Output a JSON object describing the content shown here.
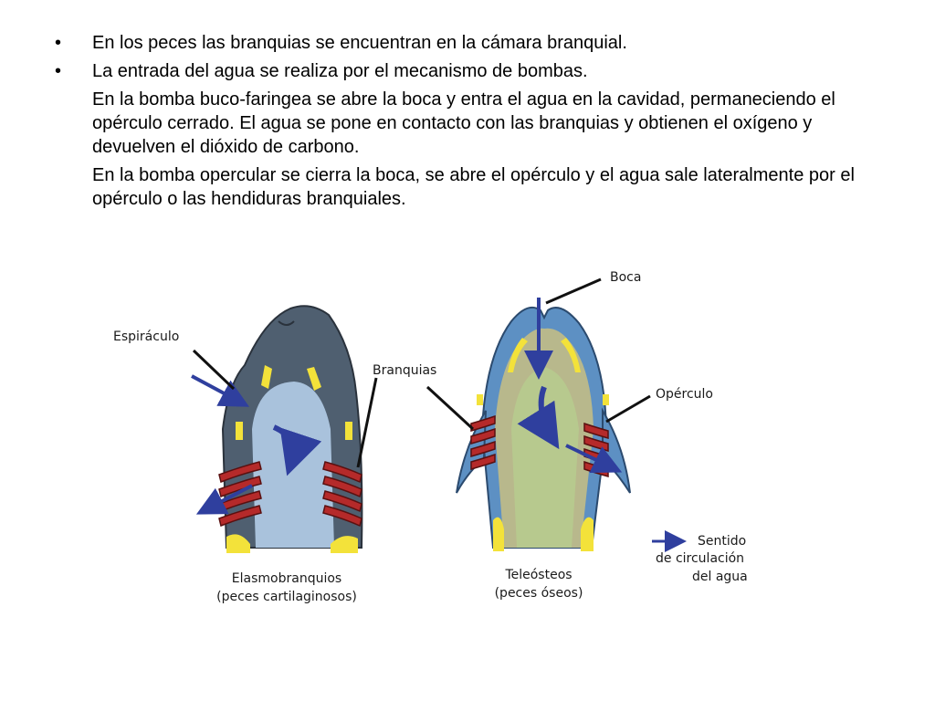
{
  "slide": {
    "bullets": [
      "En los peces las branquias se encuentran en la cámara branquial.",
      "La entrada del agua se realiza por el mecanismo de bombas."
    ],
    "bullet_marker": "•",
    "paragraphs": [
      "En la bomba buco-faringea se abre la boca y entra el agua en la cavidad, permaneciendo el opérculo cerrado. El agua se pone en contacto con las branquias y obtienen el oxígeno y devuelven el dióxido de carbono.",
      "En la bomba opercular se cierra la boca, se abre el opérculo y el agua sale lateralmente por el opérculo o las hendiduras branquiales."
    ]
  },
  "diagram": {
    "labels": {
      "espiraculo": "Espiráculo",
      "branquias": "Branquias",
      "boca": "Boca",
      "operculo": "Opérculo",
      "elasmo_1": "Elasmobranquios",
      "elasmo_2": "(peces cartilaginosos)",
      "teleo_1": "Teleósteos",
      "teleo_2": "(peces óseos)",
      "legend_1": "Sentido",
      "legend_2": "de circulación",
      "legend_3": "del agua"
    },
    "colors": {
      "shark_body": "#4f5f70",
      "cavity": "#a9c2dc",
      "gill": "#b52a2a",
      "cartilage": "#f3e23a",
      "arrow": "#2f3f9e",
      "teleost_body": "#5d90c3",
      "teleost_cavity": "#b8b88c"
    }
  }
}
